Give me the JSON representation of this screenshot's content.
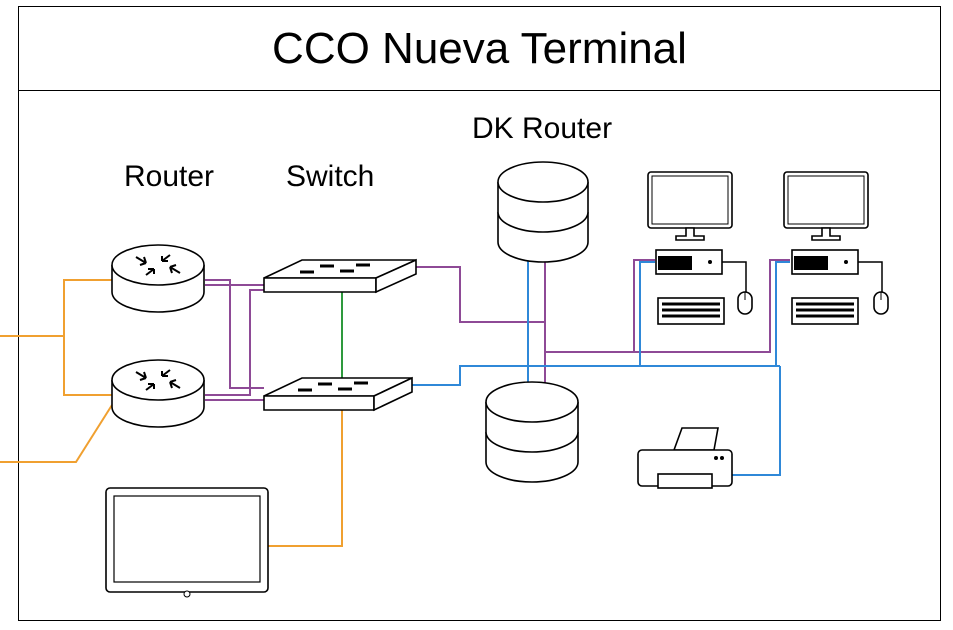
{
  "diagram": {
    "title": "CCO Nueva Terminal",
    "labels": {
      "router": "Router",
      "switch": "Switch",
      "dk_router": "DK Router"
    },
    "link_colors": {
      "orange": "#F0A030",
      "purple": "#8E4A96",
      "blue": "#2F88D8",
      "green": "#2E9A3E"
    },
    "nodes": [
      {
        "name": "router-1",
        "icon": "router-icon"
      },
      {
        "name": "router-2",
        "icon": "router-icon"
      },
      {
        "name": "switch-1",
        "icon": "switch-icon"
      },
      {
        "name": "switch-2",
        "icon": "switch-icon"
      },
      {
        "name": "dk-router-1",
        "icon": "database-icon"
      },
      {
        "name": "dk-router-2",
        "icon": "database-icon"
      },
      {
        "name": "workstation-1",
        "icon": "desktop-computer-icon"
      },
      {
        "name": "workstation-2",
        "icon": "desktop-computer-icon"
      },
      {
        "name": "printer",
        "icon": "printer-icon"
      },
      {
        "name": "monitor",
        "icon": "monitor-icon"
      }
    ]
  }
}
